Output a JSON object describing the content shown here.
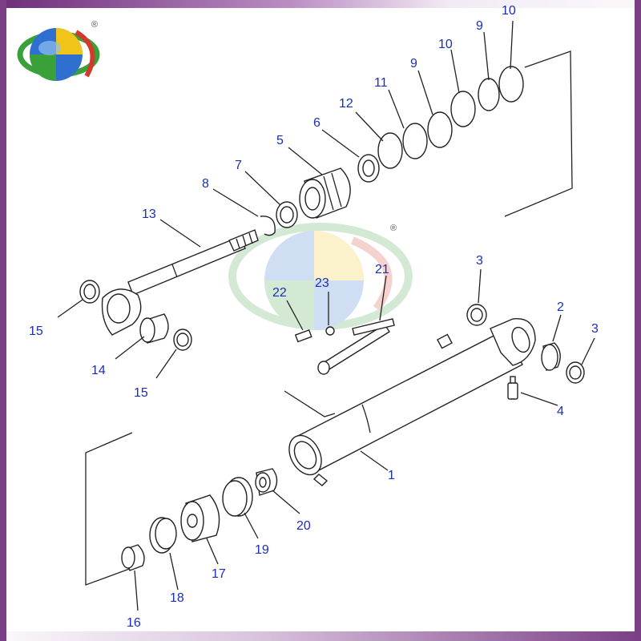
{
  "registered_mark": "®",
  "colors": {
    "frame": "#7b3f86",
    "callout_text": "#1a2fb4",
    "line": "#222222",
    "logo_green": "#3aa03a",
    "logo_red": "#d23a2a",
    "logo_yellow": "#f0c419",
    "logo_blue": "#2f6fd0"
  },
  "callouts": [
    {
      "id": "c10a",
      "label": "10"
    },
    {
      "id": "c9a",
      "label": "9"
    },
    {
      "id": "c10b",
      "label": "10"
    },
    {
      "id": "c9b",
      "label": "9"
    },
    {
      "id": "c11",
      "label": "11"
    },
    {
      "id": "c12",
      "label": "12"
    },
    {
      "id": "c6",
      "label": "6"
    },
    {
      "id": "c5",
      "label": "5"
    },
    {
      "id": "c7",
      "label": "7"
    },
    {
      "id": "c8",
      "label": "8"
    },
    {
      "id": "c13",
      "label": "13"
    },
    {
      "id": "c21",
      "label": "21"
    },
    {
      "id": "c23",
      "label": "23"
    },
    {
      "id": "c22",
      "label": "22"
    },
    {
      "id": "c3a",
      "label": "3"
    },
    {
      "id": "c2",
      "label": "2"
    },
    {
      "id": "c3b",
      "label": "3"
    },
    {
      "id": "c15a",
      "label": "15"
    },
    {
      "id": "c14",
      "label": "14"
    },
    {
      "id": "c15b",
      "label": "15"
    },
    {
      "id": "c4",
      "label": "4"
    },
    {
      "id": "c1",
      "label": "1"
    },
    {
      "id": "c20",
      "label": "20"
    },
    {
      "id": "c19",
      "label": "19"
    },
    {
      "id": "c17",
      "label": "17"
    },
    {
      "id": "c18",
      "label": "18"
    },
    {
      "id": "c16",
      "label": "16"
    }
  ]
}
